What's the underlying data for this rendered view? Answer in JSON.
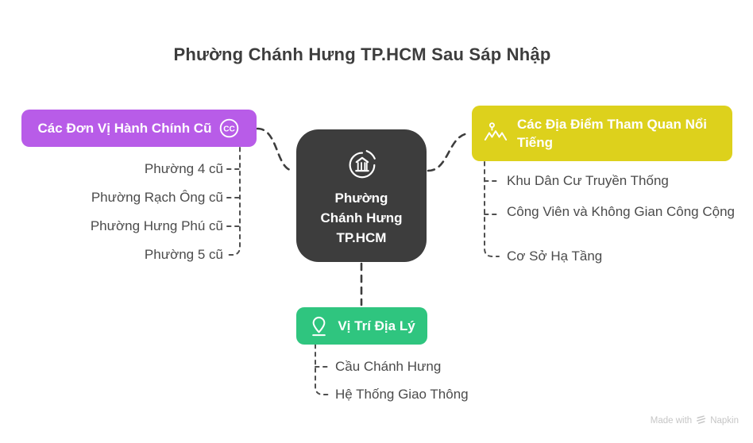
{
  "title": "Phường Chánh Hưng TP.HCM Sau Sáp Nhập",
  "center": {
    "label": "Phường Chánh Hưng TP.HCM",
    "icon": "city-circle-arrows-icon",
    "color": "#3d3d3d"
  },
  "branches": {
    "admin": {
      "label": "Các Đơn Vị Hành Chính Cũ",
      "icon": "cc-icon",
      "color": "#b85ce8",
      "children": [
        "Phường 4 cũ",
        "Phường Rạch Ông cũ",
        "Phường Hưng Phú cũ",
        "Phường 5 cũ"
      ]
    },
    "attractions": {
      "label": "Các Địa Điểm Tham Quan Nổi Tiếng",
      "icon": "mountains-pin-icon",
      "color": "#ddd11c",
      "children": [
        "Khu Dân Cư Truyền Thống",
        "Công Viên và Không Gian Công Cộng",
        "Cơ Sở Hạ Tầng"
      ]
    },
    "location": {
      "label": "Vị Trí Địa Lý",
      "icon": "location-pin-icon",
      "color": "#2fc57f",
      "children": [
        "Cầu Chánh Hưng",
        "Hệ Thống Giao Thông"
      ]
    }
  },
  "connector_color": "#3d3d3d",
  "text_color": "#4b4b4b",
  "watermark": {
    "prefix": "Made with",
    "brand": "Napkin"
  }
}
